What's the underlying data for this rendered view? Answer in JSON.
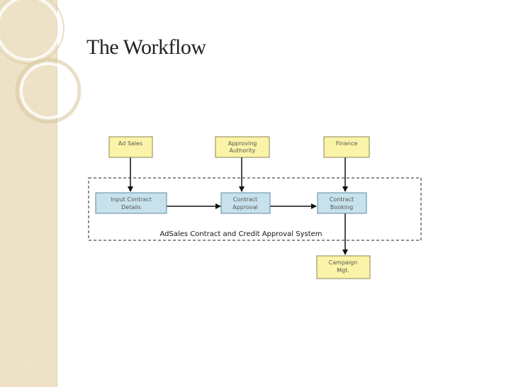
{
  "slide": {
    "title": "The Workflow"
  },
  "diagram": {
    "system_label": "AdSales Contract and Credit Approval System",
    "actors": {
      "ad_sales": "Ad Sales",
      "approving_authority_1": "Approving",
      "approving_authority_2": "Authority",
      "finance": "Finance"
    },
    "processes": {
      "input_contract_1": "Input Contract",
      "input_contract_2": "Details",
      "contract_approval_1": "Contract",
      "contract_approval_2": "Approval",
      "contract_booking_1": "Contract",
      "contract_booking_2": "Booking"
    },
    "output": {
      "campaign_1": "Campaign",
      "campaign_2": "Mgt."
    }
  },
  "colors": {
    "actor_fill": "#fbf4a8",
    "actor_stroke": "#8a8450",
    "process_fill": "#c7e2ec",
    "process_stroke": "#5d8a9c",
    "arrow": "#111111",
    "side_panel": "#f1e6cc"
  }
}
